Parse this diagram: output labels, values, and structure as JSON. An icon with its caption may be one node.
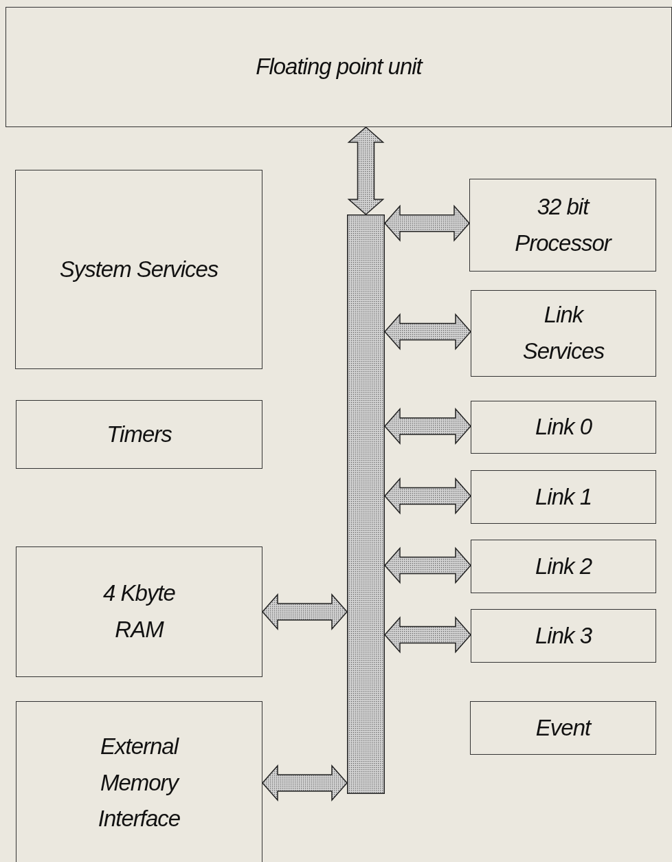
{
  "diagram": {
    "nodes": [
      {
        "text": [
          "Floating point unit"
        ]
      },
      {
        "text": [
          "System Services"
        ]
      },
      {
        "text": [
          "32 bit Processor"
        ]
      },
      {
        "text": [
          "Timers"
        ]
      },
      {
        "text": [
          "Link Services"
        ]
      },
      {
        "text": [
          "Link 0"
        ]
      },
      {
        "text": [
          "Link 1"
        ]
      },
      {
        "text": [
          "Link 2"
        ]
      },
      {
        "text": [
          "Link 3"
        ]
      },
      {
        "text": [
          "4 Kbyte RAM"
        ]
      },
      {
        "text": [
          "Event"
        ]
      },
      {
        "text": [
          "External Memory Interface"
        ]
      },
      {
        "text": [],
        "shape": "bar"
      }
    ],
    "edges": [
      {
        "from": 12,
        "to": 0,
        "arrow": "both"
      },
      {
        "from": 12,
        "to": 2,
        "arrow": "both"
      },
      {
        "from": 12,
        "to": 4,
        "arrow": "both"
      },
      {
        "from": 12,
        "to": 5,
        "arrow": "both"
      },
      {
        "from": 12,
        "to": 6,
        "arrow": "both"
      },
      {
        "from": 12,
        "to": 7,
        "arrow": "both"
      },
      {
        "from": 12,
        "to": 8,
        "arrow": "both"
      },
      {
        "from": 12,
        "to": 9,
        "arrow": "both"
      },
      {
        "from": 12,
        "to": 11,
        "arrow": "both"
      }
    ]
  }
}
